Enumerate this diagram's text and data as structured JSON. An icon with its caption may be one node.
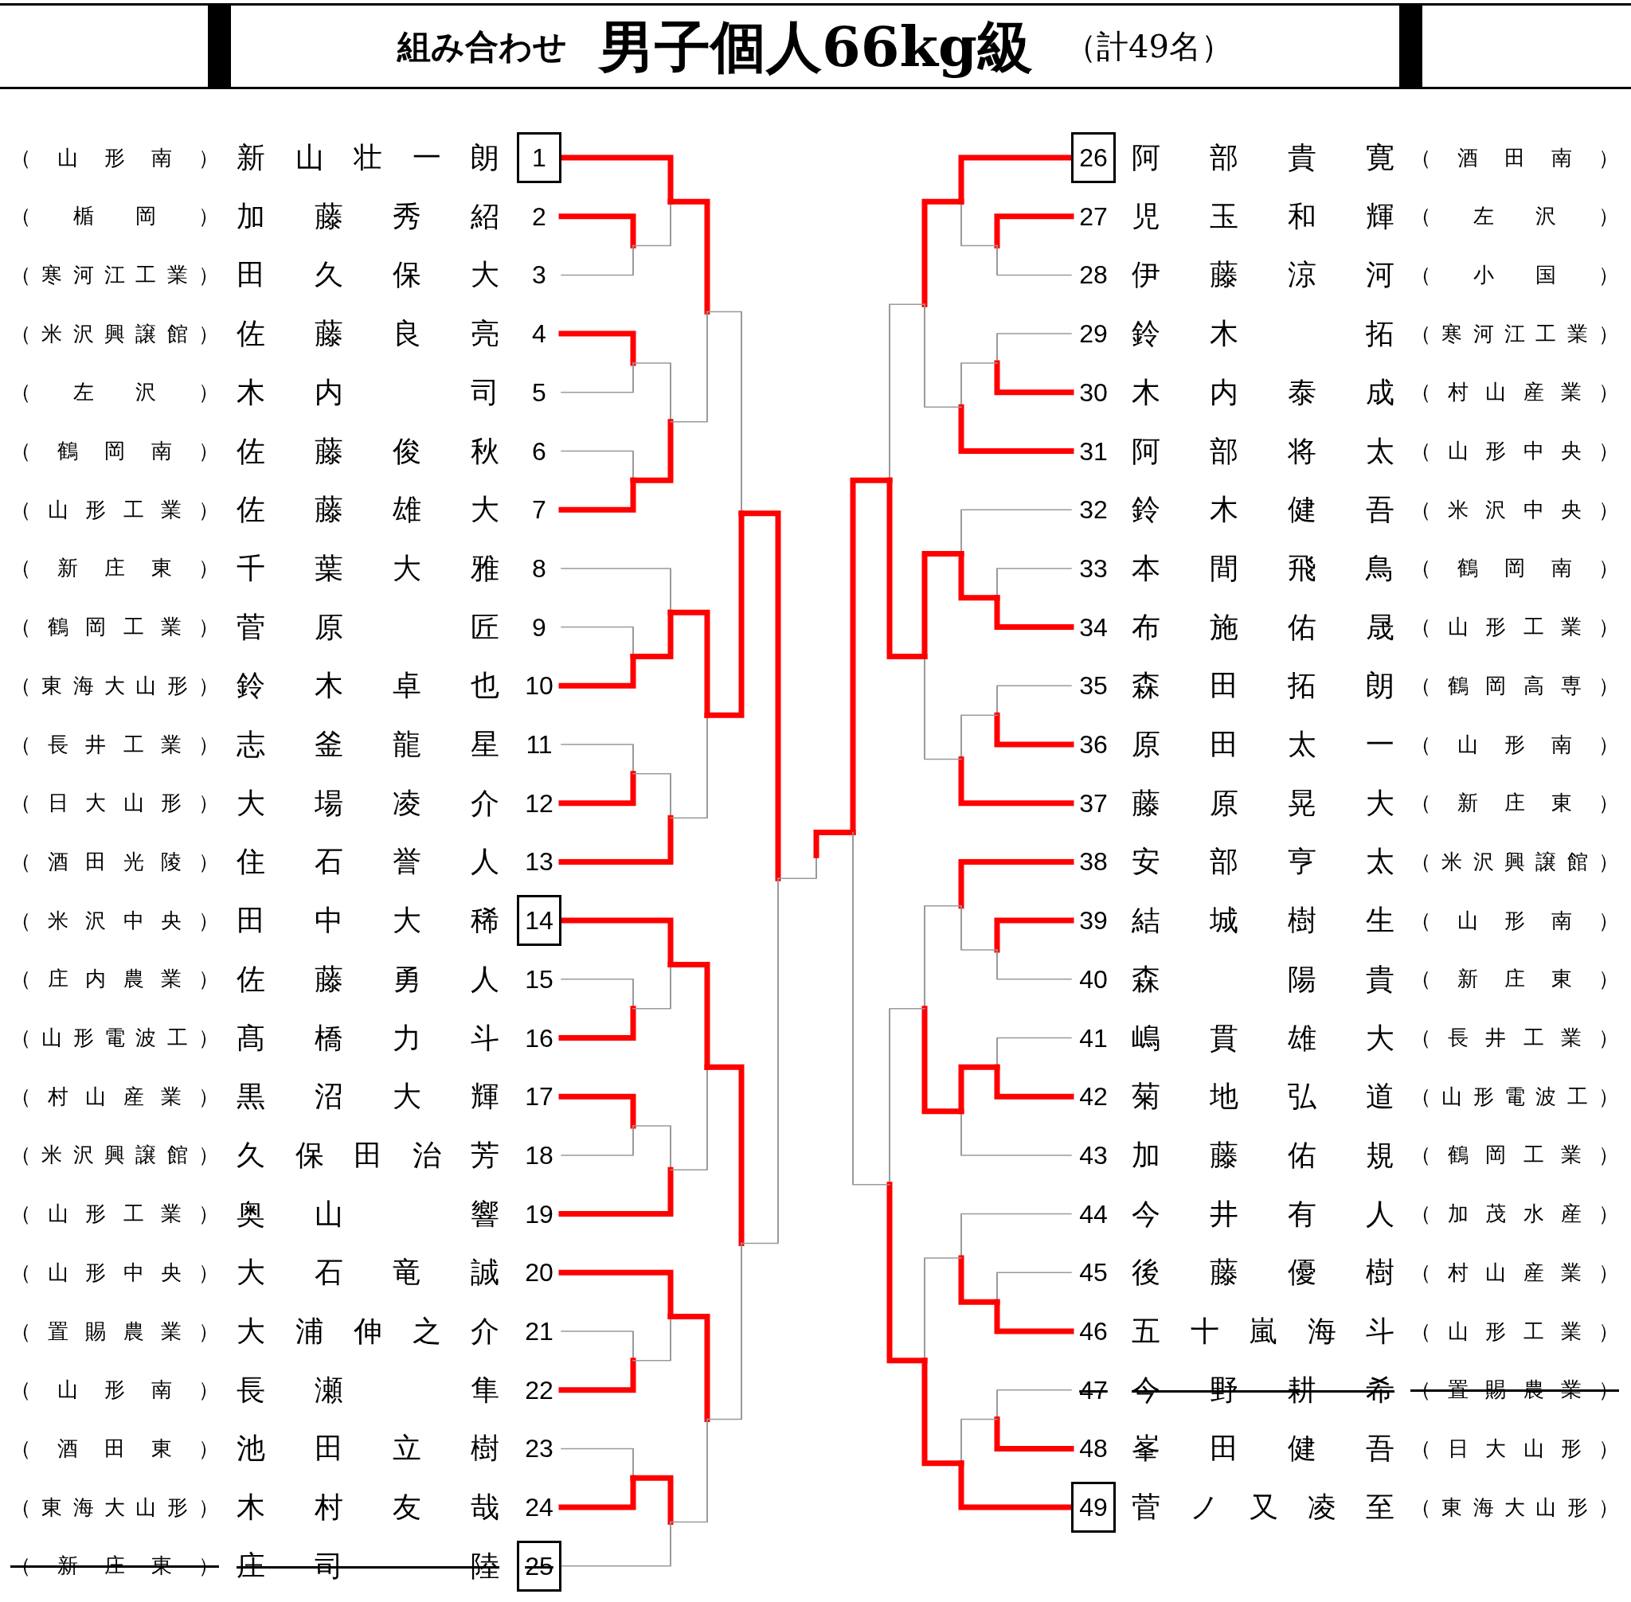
{
  "diagram": {
    "title": "男子個人66kg級",
    "labels": [
      "組み合わせ",
      "（計49名）"
    ],
    "nodes": [
      {
        "text": [
          "（山形南）",
          "新山壮一朗",
          "1"
        ]
      },
      {
        "text": [
          "（楯岡）",
          "加藤秀紹",
          "2"
        ]
      },
      {
        "text": [
          "（寒河江工業）",
          "田久保大",
          "3"
        ]
      },
      {
        "text": [
          "（米沢興譲館）",
          "佐藤良亮",
          "4"
        ]
      },
      {
        "text": [
          "（左沢）",
          "木内　司",
          "5"
        ]
      },
      {
        "text": [
          "（鶴岡南）",
          "佐藤俊秋",
          "6"
        ]
      },
      {
        "text": [
          "（山形工業）",
          "佐藤雄大",
          "7"
        ]
      },
      {
        "text": [
          "（新庄東）",
          "千葉大雅",
          "8"
        ]
      },
      {
        "text": [
          "（鶴岡工業）",
          "菅原　匠",
          "9"
        ]
      },
      {
        "text": [
          "（東海大山形）",
          "鈴木卓也",
          "10"
        ]
      },
      {
        "text": [
          "（長井工業）",
          "志釜龍星",
          "11"
        ]
      },
      {
        "text": [
          "（日大山形）",
          "大場凌介",
          "12"
        ]
      },
      {
        "text": [
          "（酒田光陵）",
          "住石誉人",
          "13"
        ]
      },
      {
        "text": [
          "（米沢中央）",
          "田中大稀",
          "14"
        ]
      },
      {
        "text": [
          "（庄内農業）",
          "佐藤勇人",
          "15"
        ]
      },
      {
        "text": [
          "（山形電波工）",
          "髙橋力斗",
          "16"
        ]
      },
      {
        "text": [
          "（村山産業）",
          "黒沼大輝",
          "17"
        ]
      },
      {
        "text": [
          "（米沢興譲館）",
          "久保田治芳",
          "18"
        ]
      },
      {
        "text": [
          "（山形工業）",
          "奥山　響",
          "19"
        ]
      },
      {
        "text": [
          "（山形中央）",
          "大石竜誠",
          "20"
        ]
      },
      {
        "text": [
          "（置賜農業）",
          "大浦伸之介",
          "21"
        ]
      },
      {
        "text": [
          "（山形南）",
          "長瀬　隼",
          "22"
        ]
      },
      {
        "text": [
          "（酒田東）",
          "池田立樹",
          "23"
        ]
      },
      {
        "text": [
          "（東海大山形）",
          "木村友哉",
          "24"
        ]
      },
      {
        "text": [
          "（新庄東）",
          "庄司　陸",
          "25"
        ]
      },
      {
        "text": [
          "26",
          "阿部貴寛",
          "（酒田南）"
        ]
      },
      {
        "text": [
          "27",
          "児玉和輝",
          "（左沢）"
        ]
      },
      {
        "text": [
          "28",
          "伊藤涼河",
          "（小国）"
        ]
      },
      {
        "text": [
          "29",
          "鈴木　拓",
          "（寒河江工業）"
        ]
      },
      {
        "text": [
          "30",
          "木内泰成",
          "（村山産業）"
        ]
      },
      {
        "text": [
          "31",
          "阿部将太",
          "（山形中央）"
        ]
      },
      {
        "text": [
          "32",
          "鈴木健吾",
          "（米沢中央）"
        ]
      },
      {
        "text": [
          "33",
          "本間飛鳥",
          "（鶴岡南）"
        ]
      },
      {
        "text": [
          "34",
          "布施佑晟",
          "（山形工業）"
        ]
      },
      {
        "text": [
          "35",
          "森田拓朗",
          "（鶴岡高専）"
        ]
      },
      {
        "text": [
          "36",
          "原田太一",
          "（山形南）"
        ]
      },
      {
        "text": [
          "37",
          "藤原晃大",
          "（新庄東）"
        ]
      },
      {
        "text": [
          "38",
          "安部亨太",
          "（米沢興譲館）"
        ]
      },
      {
        "text": [
          "39",
          "結城樹生",
          "（山形南）"
        ]
      },
      {
        "text": [
          "40",
          "森　陽貴",
          "（新庄東）"
        ]
      },
      {
        "text": [
          "41",
          "嶋貫雄大",
          "（長井工業）"
        ]
      },
      {
        "text": [
          "42",
          "菊地弘道",
          "（山形電波工）"
        ]
      },
      {
        "text": [
          "43",
          "加藤佑規",
          "（鶴岡工業）"
        ]
      },
      {
        "text": [
          "44",
          "今井有人",
          "（加茂水産）"
        ]
      },
      {
        "text": [
          "45",
          "後藤優樹",
          "（村山産業）"
        ]
      },
      {
        "text": [
          "46",
          "五十嵐海斗",
          "（山形工業）"
        ]
      },
      {
        "text": [
          "47",
          "今野耕希",
          "（置賜農業）"
        ]
      },
      {
        "text": [
          "48",
          "峯田健吾",
          "（日大山形）"
        ]
      },
      {
        "text": [
          "49",
          "菅ノ又凌至",
          "（東海大山形）"
        ]
      },
      {
        "text": [],
        "shape": "bar"
      },
      {
        "text": [],
        "shape": "bar"
      },
      {
        "text": [],
        "shape": "bar"
      },
      {
        "text": [],
        "shape": "bar"
      },
      {
        "text": [],
        "shape": "bar"
      },
      {
        "text": [],
        "shape": "bar"
      },
      {
        "text": [],
        "shape": "bar"
      },
      {
        "text": [],
        "shape": "bar"
      },
      {
        "text": [],
        "shape": "bar"
      },
      {
        "text": [],
        "shape": "bar"
      },
      {
        "text": [],
        "shape": "bar"
      },
      {
        "text": [],
        "shape": "bar"
      },
      {
        "text": [],
        "shape": "bar"
      },
      {
        "text": [],
        "shape": "bar"
      },
      {
        "text": [],
        "shape": "bar"
      },
      {
        "text": [],
        "shape": "bar"
      },
      {
        "text": [],
        "shape": "bar"
      },
      {
        "text": [],
        "shape": "bar"
      },
      {
        "text": [],
        "shape": "bar"
      },
      {
        "text": [],
        "shape": "bar"
      },
      {
        "text": [],
        "shape": "bar"
      },
      {
        "text": [],
        "shape": "bar"
      },
      {
        "text": [],
        "shape": "bar"
      },
      {
        "text": [],
        "shape": "bar"
      },
      {
        "text": [],
        "shape": "bar"
      },
      {
        "text": [],
        "shape": "bar"
      },
      {
        "text": [],
        "shape": "bar"
      },
      {
        "text": [],
        "shape": "bar"
      },
      {
        "text": [],
        "shape": "bar"
      },
      {
        "text": [],
        "shape": "bar"
      },
      {
        "text": [],
        "shape": "bar"
      },
      {
        "text": [],
        "shape": "bar"
      },
      {
        "text": [],
        "shape": "bar"
      },
      {
        "text": [],
        "shape": "bar"
      },
      {
        "text": [],
        "shape": "bar"
      },
      {
        "text": [],
        "shape": "bar"
      },
      {
        "text": [],
        "shape": "bar"
      },
      {
        "text": [],
        "shape": "bar"
      },
      {
        "text": [],
        "shape": "bar"
      },
      {
        "text": [],
        "shape": "bar"
      },
      {
        "text": [],
        "shape": "bar"
      },
      {
        "text": [],
        "shape": "bar"
      },
      {
        "text": [],
        "shape": "bar"
      },
      {
        "text": [],
        "shape": "bar"
      },
      {
        "text": [],
        "shape": "bar"
      },
      {
        "text": [],
        "shape": "bar"
      },
      {
        "text": [],
        "shape": "bar"
      },
      {
        "text": [],
        "shape": "bar"
      }
    ],
    "edges": [
      {
        "from": 1,
        "to": 49,
        "arrow": "none",
        "style": "thick",
        "color": "#ff0000"
      },
      {
        "from": 2,
        "to": 49,
        "arrow": "none",
        "color": "#9a9a9a"
      },
      {
        "from": 0,
        "to": 50,
        "arrow": "none",
        "style": "thick",
        "color": "#ff0000"
      },
      {
        "from": 49,
        "to": 50,
        "arrow": "none",
        "color": "#9a9a9a"
      },
      {
        "from": 3,
        "to": 51,
        "arrow": "none",
        "style": "thick",
        "color": "#ff0000"
      },
      {
        "from": 4,
        "to": 51,
        "arrow": "none",
        "color": "#9a9a9a"
      },
      {
        "from": 5,
        "to": 52,
        "arrow": "none",
        "color": "#9a9a9a"
      },
      {
        "from": 6,
        "to": 52,
        "arrow": "none",
        "style": "thick",
        "color": "#ff0000"
      },
      {
        "from": 51,
        "to": 53,
        "arrow": "none",
        "color": "#9a9a9a"
      },
      {
        "from": 52,
        "to": 53,
        "arrow": "none",
        "style": "thick",
        "color": "#ff0000"
      },
      {
        "from": 50,
        "to": 54,
        "arrow": "none",
        "style": "thick",
        "color": "#ff0000"
      },
      {
        "from": 53,
        "to": 54,
        "arrow": "none",
        "color": "#9a9a9a"
      },
      {
        "from": 8,
        "to": 55,
        "arrow": "none",
        "color": "#9a9a9a"
      },
      {
        "from": 9,
        "to": 55,
        "arrow": "none",
        "style": "thick",
        "color": "#ff0000"
      },
      {
        "from": 7,
        "to": 56,
        "arrow": "none",
        "color": "#9a9a9a"
      },
      {
        "from": 55,
        "to": 56,
        "arrow": "none",
        "style": "thick",
        "color": "#ff0000"
      },
      {
        "from": 10,
        "to": 57,
        "arrow": "none",
        "color": "#9a9a9a"
      },
      {
        "from": 11,
        "to": 57,
        "arrow": "none",
        "style": "thick",
        "color": "#ff0000"
      },
      {
        "from": 57,
        "to": 58,
        "arrow": "none",
        "color": "#9a9a9a"
      },
      {
        "from": 12,
        "to": 58,
        "arrow": "none",
        "style": "thick",
        "color": "#ff0000"
      },
      {
        "from": 56,
        "to": 59,
        "arrow": "none",
        "style": "thick",
        "color": "#ff0000"
      },
      {
        "from": 58,
        "to": 59,
        "arrow": "none",
        "color": "#9a9a9a"
      },
      {
        "from": 54,
        "to": 60,
        "arrow": "none",
        "color": "#9a9a9a"
      },
      {
        "from": 59,
        "to": 60,
        "arrow": "none",
        "style": "thick",
        "color": "#ff0000"
      },
      {
        "from": 14,
        "to": 61,
        "arrow": "none",
        "color": "#9a9a9a"
      },
      {
        "from": 15,
        "to": 61,
        "arrow": "none",
        "style": "thick",
        "color": "#ff0000"
      },
      {
        "from": 13,
        "to": 62,
        "arrow": "none",
        "style": "thick",
        "color": "#ff0000"
      },
      {
        "from": 61,
        "to": 62,
        "arrow": "none",
        "color": "#9a9a9a"
      },
      {
        "from": 16,
        "to": 63,
        "arrow": "none",
        "style": "thick",
        "color": "#ff0000"
      },
      {
        "from": 17,
        "to": 63,
        "arrow": "none",
        "color": "#9a9a9a"
      },
      {
        "from": 63,
        "to": 64,
        "arrow": "none",
        "color": "#9a9a9a"
      },
      {
        "from": 18,
        "to": 64,
        "arrow": "none",
        "style": "thick",
        "color": "#ff0000"
      },
      {
        "from": 62,
        "to": 65,
        "arrow": "none",
        "style": "thick",
        "color": "#ff0000"
      },
      {
        "from": 64,
        "to": 65,
        "arrow": "none",
        "color": "#9a9a9a"
      },
      {
        "from": 20,
        "to": 66,
        "arrow": "none",
        "color": "#9a9a9a"
      },
      {
        "from": 21,
        "to": 66,
        "arrow": "none",
        "style": "thick",
        "color": "#ff0000"
      },
      {
        "from": 19,
        "to": 67,
        "arrow": "none",
        "style": "thick",
        "color": "#ff0000"
      },
      {
        "from": 66,
        "to": 67,
        "arrow": "none",
        "color": "#9a9a9a"
      },
      {
        "from": 22,
        "to": 68,
        "arrow": "none",
        "color": "#9a9a9a"
      },
      {
        "from": 23,
        "to": 68,
        "arrow": "none",
        "style": "thick",
        "color": "#ff0000"
      },
      {
        "from": 68,
        "to": 69,
        "arrow": "none",
        "style": "thick",
        "color": "#ff0000"
      },
      {
        "from": 24,
        "to": 69,
        "arrow": "none",
        "color": "#9a9a9a"
      },
      {
        "from": 67,
        "to": 70,
        "arrow": "none",
        "style": "thick",
        "color": "#ff0000"
      },
      {
        "from": 69,
        "to": 70,
        "arrow": "none",
        "color": "#9a9a9a"
      },
      {
        "from": 65,
        "to": 71,
        "arrow": "none",
        "style": "thick",
        "color": "#ff0000"
      },
      {
        "from": 70,
        "to": 71,
        "arrow": "none",
        "color": "#9a9a9a"
      },
      {
        "from": 60,
        "to": 72,
        "arrow": "none",
        "style": "thick",
        "color": "#ff0000"
      },
      {
        "from": 71,
        "to": 72,
        "arrow": "none",
        "color": "#9a9a9a"
      },
      {
        "from": 72,
        "to": 73,
        "arrow": "none",
        "color": "#9a9a9a"
      },
      {
        "from": 96,
        "to": 73,
        "arrow": "none",
        "style": "thick",
        "color": "#ff0000"
      },
      {
        "from": 26,
        "to": 74,
        "arrow": "none",
        "style": "thick",
        "color": "#ff0000"
      },
      {
        "from": 27,
        "to": 74,
        "arrow": "none",
        "color": "#9a9a9a"
      },
      {
        "from": 25,
        "to": 75,
        "arrow": "none",
        "style": "thick",
        "color": "#ff0000"
      },
      {
        "from": 74,
        "to": 75,
        "arrow": "none",
        "color": "#9a9a9a"
      },
      {
        "from": 28,
        "to": 76,
        "arrow": "none",
        "color": "#9a9a9a"
      },
      {
        "from": 29,
        "to": 76,
        "arrow": "none",
        "style": "thick",
        "color": "#ff0000"
      },
      {
        "from": 76,
        "to": 77,
        "arrow": "none",
        "color": "#9a9a9a"
      },
      {
        "from": 30,
        "to": 77,
        "arrow": "none",
        "style": "thick",
        "color": "#ff0000"
      },
      {
        "from": 75,
        "to": 78,
        "arrow": "none",
        "style": "thick",
        "color": "#ff0000"
      },
      {
        "from": 77,
        "to": 78,
        "arrow": "none",
        "color": "#9a9a9a"
      },
      {
        "from": 32,
        "to": 79,
        "arrow": "none",
        "color": "#9a9a9a"
      },
      {
        "from": 33,
        "to": 79,
        "arrow": "none",
        "style": "thick",
        "color": "#ff0000"
      },
      {
        "from": 31,
        "to": 80,
        "arrow": "none",
        "color": "#9a9a9a"
      },
      {
        "from": 79,
        "to": 80,
        "arrow": "none",
        "style": "thick",
        "color": "#ff0000"
      },
      {
        "from": 34,
        "to": 81,
        "arrow": "none",
        "color": "#9a9a9a"
      },
      {
        "from": 35,
        "to": 81,
        "arrow": "none",
        "style": "thick",
        "color": "#ff0000"
      },
      {
        "from": 81,
        "to": 82,
        "arrow": "none",
        "color": "#9a9a9a"
      },
      {
        "from": 36,
        "to": 82,
        "arrow": "none",
        "style": "thick",
        "color": "#ff0000"
      },
      {
        "from": 80,
        "to": 83,
        "arrow": "none",
        "style": "thick",
        "color": "#ff0000"
      },
      {
        "from": 82,
        "to": 83,
        "arrow": "none",
        "color": "#9a9a9a"
      },
      {
        "from": 78,
        "to": 84,
        "arrow": "none",
        "color": "#9a9a9a"
      },
      {
        "from": 83,
        "to": 84,
        "arrow": "none",
        "style": "thick",
        "color": "#ff0000"
      },
      {
        "from": 38,
        "to": 85,
        "arrow": "none",
        "style": "thick",
        "color": "#ff0000"
      },
      {
        "from": 39,
        "to": 85,
        "arrow": "none",
        "color": "#9a9a9a"
      },
      {
        "from": 37,
        "to": 86,
        "arrow": "none",
        "style": "thick",
        "color": "#ff0000"
      },
      {
        "from": 85,
        "to": 86,
        "arrow": "none",
        "color": "#9a9a9a"
      },
      {
        "from": 40,
        "to": 87,
        "arrow": "none",
        "color": "#9a9a9a"
      },
      {
        "from": 41,
        "to": 87,
        "arrow": "none",
        "style": "thick",
        "color": "#ff0000"
      },
      {
        "from": 87,
        "to": 88,
        "arrow": "none",
        "style": "thick",
        "color": "#ff0000"
      },
      {
        "from": 42,
        "to": 88,
        "arrow": "none",
        "color": "#9a9a9a"
      },
      {
        "from": 86,
        "to": 89,
        "arrow": "none",
        "color": "#9a9a9a"
      },
      {
        "from": 88,
        "to": 89,
        "arrow": "none",
        "style": "thick",
        "color": "#ff0000"
      },
      {
        "from": 44,
        "to": 90,
        "arrow": "none",
        "color": "#9a9a9a"
      },
      {
        "from": 45,
        "to": 90,
        "arrow": "none",
        "style": "thick",
        "color": "#ff0000"
      },
      {
        "from": 43,
        "to": 91,
        "arrow": "none",
        "color": "#9a9a9a"
      },
      {
        "from": 90,
        "to": 91,
        "arrow": "none",
        "style": "thick",
        "color": "#ff0000"
      },
      {
        "from": 46,
        "to": 92,
        "arrow": "none",
        "color": "#9a9a9a"
      },
      {
        "from": 47,
        "to": 92,
        "arrow": "none",
        "style": "thick",
        "color": "#ff0000"
      },
      {
        "from": 92,
        "to": 93,
        "arrow": "none",
        "color": "#9a9a9a"
      },
      {
        "from": 48,
        "to": 93,
        "arrow": "none",
        "style": "thick",
        "color": "#ff0000"
      },
      {
        "from": 91,
        "to": 94,
        "arrow": "none",
        "color": "#9a9a9a"
      },
      {
        "from": 93,
        "to": 94,
        "arrow": "none",
        "style": "thick",
        "color": "#ff0000"
      },
      {
        "from": 89,
        "to": 95,
        "arrow": "none",
        "color": "#9a9a9a"
      },
      {
        "from": 94,
        "to": 95,
        "arrow": "none",
        "style": "thick",
        "color": "#ff0000"
      },
      {
        "from": 84,
        "to": 96,
        "arrow": "none",
        "style": "thick",
        "color": "#ff0000"
      },
      {
        "from": 95,
        "to": 96,
        "arrow": "none",
        "color": "#9a9a9a"
      }
    ]
  }
}
